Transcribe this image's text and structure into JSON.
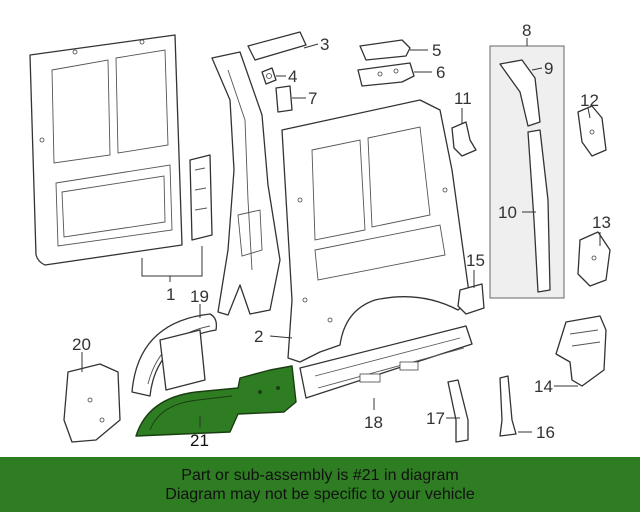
{
  "diagram": {
    "callouts": {
      "c1": "1",
      "c2": "2",
      "c3": "3",
      "c4": "4",
      "c5": "5",
      "c6": "6",
      "c7": "7",
      "c8": "8",
      "c9": "9",
      "c10": "10",
      "c11": "11",
      "c12": "12",
      "c13": "13",
      "c14": "14",
      "c15": "15",
      "c16": "16",
      "c17": "17",
      "c18": "18",
      "c19": "19",
      "c20": "20",
      "c21": "21"
    },
    "highlighted_part": "21",
    "highlight_color": "#2e7d22"
  },
  "banner": {
    "line1": "Part or sub-assembly is #21 in diagram",
    "line2": "Diagram may not be specific to your vehicle",
    "color": "#2e7d22"
  }
}
